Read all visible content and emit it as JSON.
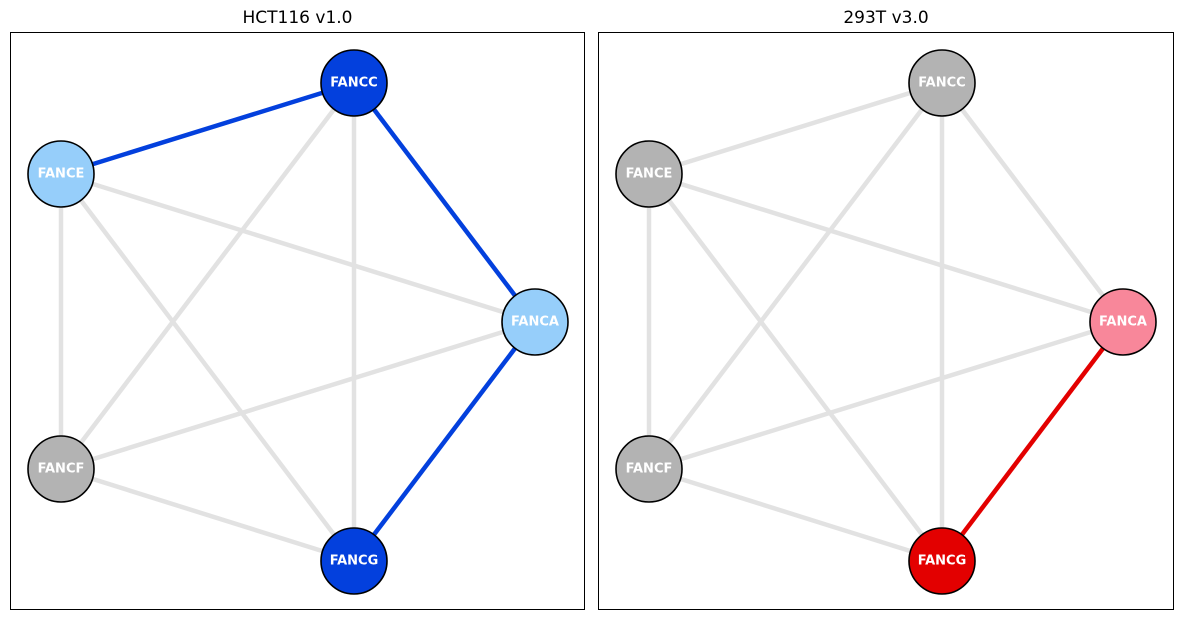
{
  "panels": [
    {
      "title": "HCT116 v1.0",
      "nodes": [
        {
          "id": "FANCC",
          "label": "FANCC",
          "color": "#0340DD"
        },
        {
          "id": "FANCE",
          "label": "FANCE",
          "color": "#96CEFA"
        },
        {
          "id": "FANCA",
          "label": "FANCA",
          "color": "#96CEFA"
        },
        {
          "id": "FANCF",
          "label": "FANCF",
          "color": "#B3B3B3"
        },
        {
          "id": "FANCG",
          "label": "FANCG",
          "color": "#0340DD"
        }
      ],
      "edges": [
        {
          "source": "FANCE",
          "target": "FANCF",
          "highlight": false
        },
        {
          "source": "FANCE",
          "target": "FANCA",
          "highlight": false
        },
        {
          "source": "FANCE",
          "target": "FANCG",
          "highlight": false
        },
        {
          "source": "FANCC",
          "target": "FANCF",
          "highlight": false
        },
        {
          "source": "FANCC",
          "target": "FANCG",
          "highlight": false
        },
        {
          "source": "FANCF",
          "target": "FANCA",
          "highlight": false
        },
        {
          "source": "FANCF",
          "target": "FANCG",
          "highlight": false
        },
        {
          "source": "FANCE",
          "target": "FANCC",
          "highlight": true
        },
        {
          "source": "FANCC",
          "target": "FANCA",
          "highlight": true
        },
        {
          "source": "FANCA",
          "target": "FANCG",
          "highlight": true
        }
      ],
      "highlight_color": "#0340DD"
    },
    {
      "title": "293T v3.0",
      "nodes": [
        {
          "id": "FANCC",
          "label": "FANCC",
          "color": "#B3B3B3"
        },
        {
          "id": "FANCE",
          "label": "FANCE",
          "color": "#B3B3B3"
        },
        {
          "id": "FANCA",
          "label": "FANCA",
          "color": "#F8879A"
        },
        {
          "id": "FANCF",
          "label": "FANCF",
          "color": "#B3B3B3"
        },
        {
          "id": "FANCG",
          "label": "FANCG",
          "color": "#E30000"
        }
      ],
      "edges": [
        {
          "source": "FANCE",
          "target": "FANCC",
          "highlight": false
        },
        {
          "source": "FANCC",
          "target": "FANCA",
          "highlight": false
        },
        {
          "source": "FANCE",
          "target": "FANCF",
          "highlight": false
        },
        {
          "source": "FANCE",
          "target": "FANCA",
          "highlight": false
        },
        {
          "source": "FANCE",
          "target": "FANCG",
          "highlight": false
        },
        {
          "source": "FANCC",
          "target": "FANCF",
          "highlight": false
        },
        {
          "source": "FANCC",
          "target": "FANCG",
          "highlight": false
        },
        {
          "source": "FANCF",
          "target": "FANCA",
          "highlight": false
        },
        {
          "source": "FANCF",
          "target": "FANCG",
          "highlight": false
        },
        {
          "source": "FANCA",
          "target": "FANCG",
          "highlight": true
        }
      ],
      "highlight_color": "#E30000"
    }
  ],
  "colors": {
    "edge_default": "#E2E2E2",
    "node_stroke": "#000000",
    "label": "#FFFFFF"
  }
}
